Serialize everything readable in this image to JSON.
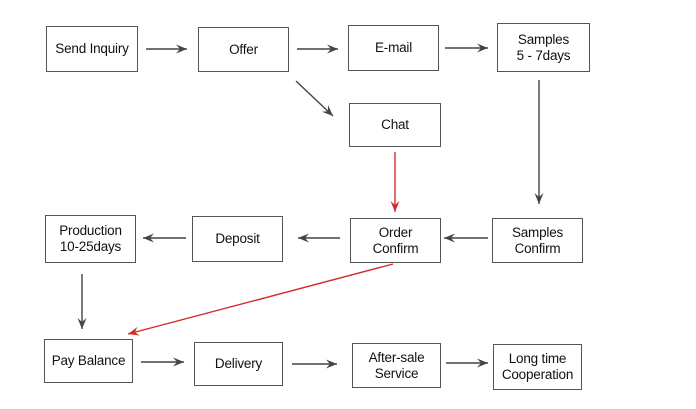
{
  "diagram": {
    "type": "process-flowchart",
    "nodes": [
      {
        "id": "send-inquiry",
        "label": "Send Inquiry"
      },
      {
        "id": "offer",
        "label": "Offer"
      },
      {
        "id": "email",
        "label": "E-mail"
      },
      {
        "id": "samples",
        "label": "Samples\n5 - 7days"
      },
      {
        "id": "chat",
        "label": "Chat"
      },
      {
        "id": "samples-confirm",
        "label": "Samples\nConfirm"
      },
      {
        "id": "order-confirm",
        "label": "Order\nConfirm"
      },
      {
        "id": "deposit",
        "label": "Deposit"
      },
      {
        "id": "production",
        "label": "Production\n10-25days"
      },
      {
        "id": "pay-balance",
        "label": "Pay Balance"
      },
      {
        "id": "delivery",
        "label": "Delivery"
      },
      {
        "id": "after-sale",
        "label": "After-sale\nService"
      },
      {
        "id": "long-time",
        "label": "Long time\nCooperation"
      }
    ],
    "edges": [
      {
        "from": "send-inquiry",
        "to": "offer",
        "color": "#444444"
      },
      {
        "from": "offer",
        "to": "email",
        "color": "#444444"
      },
      {
        "from": "email",
        "to": "samples",
        "color": "#444444"
      },
      {
        "from": "offer",
        "to": "chat",
        "color": "#444444"
      },
      {
        "from": "samples",
        "to": "samples-confirm",
        "color": "#444444"
      },
      {
        "from": "chat",
        "to": "order-confirm",
        "color": "#d42a2a"
      },
      {
        "from": "samples-confirm",
        "to": "order-confirm",
        "color": "#444444"
      },
      {
        "from": "order-confirm",
        "to": "deposit",
        "color": "#444444"
      },
      {
        "from": "deposit",
        "to": "production",
        "color": "#444444"
      },
      {
        "from": "production",
        "to": "pay-balance",
        "color": "#444444"
      },
      {
        "from": "order-confirm",
        "to": "pay-balance",
        "color": "#d42a2a"
      },
      {
        "from": "pay-balance",
        "to": "delivery",
        "color": "#444444"
      },
      {
        "from": "delivery",
        "to": "after-sale",
        "color": "#444444"
      },
      {
        "from": "after-sale",
        "to": "long-time",
        "color": "#444444"
      }
    ]
  }
}
